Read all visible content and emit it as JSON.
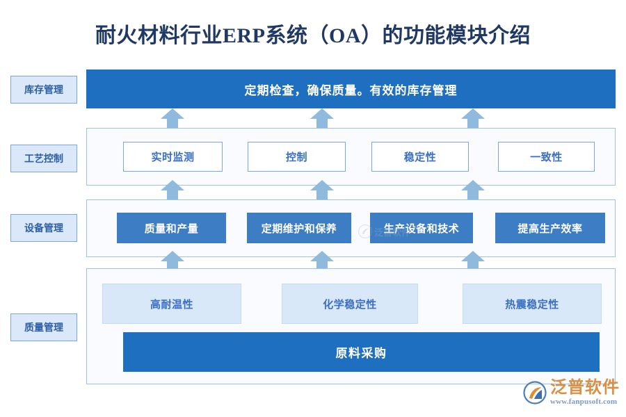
{
  "title": "耐火材料行业ERP系统（OA）的功能模块介绍",
  "colors": {
    "title_text": "#1f3864",
    "primary_blue": "#1f6fc0",
    "box_blue": "#3d7dc4",
    "light_blue_fill": "#d9e8f9",
    "label_fill": "#dbe8f9",
    "border_blue": "#7ba7dd",
    "row_border": "#9dc2e6",
    "row_fill": "#f9fbfe",
    "arrow_blue": "#8fb9dd",
    "brand_orange": "#d98f44",
    "brand_url_blue": "#7e9bbd"
  },
  "categories": [
    {
      "label": "库存管理"
    },
    {
      "label": "工艺控制"
    },
    {
      "label": "设备管理"
    },
    {
      "label": "质量管理"
    }
  ],
  "rows": {
    "inventory": {
      "category": "库存管理",
      "banner": "定期检查，确保质量。有效的库存管理"
    },
    "process": {
      "category": "工艺控制",
      "items": [
        {
          "label": "实时监测"
        },
        {
          "label": "控制"
        },
        {
          "label": "稳定性"
        },
        {
          "label": "一致性"
        }
      ]
    },
    "equipment": {
      "category": "设备管理",
      "items": [
        {
          "label": "质量和产量"
        },
        {
          "label": "定期维护和保养"
        },
        {
          "label": "生产设备和技术"
        },
        {
          "label": "提高生产效率"
        }
      ]
    },
    "quality": {
      "category": "质量管理",
      "items": [
        {
          "label": "高耐温性"
        },
        {
          "label": "化学稳定性"
        },
        {
          "label": "热震稳定性"
        }
      ],
      "footer_bar": "原料采购"
    }
  },
  "arrows": {
    "icon": "arrow-up-icon",
    "count_per_gap": 3,
    "gaps": 3
  },
  "watermark": {
    "text": "泛普软件"
  },
  "brand": {
    "name": "泛普软件",
    "url": "www.fanpusoft.com",
    "mark": "fanpu-logo-icon"
  }
}
